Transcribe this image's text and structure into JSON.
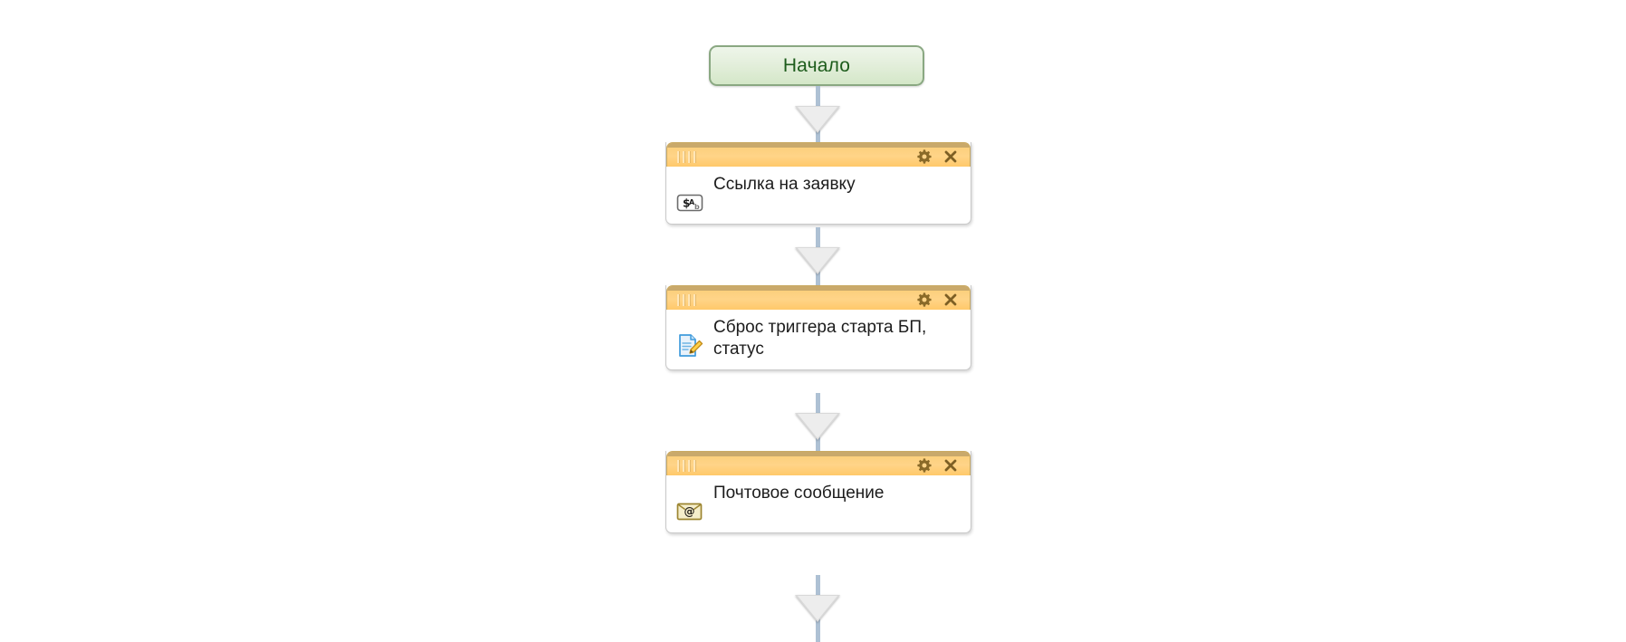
{
  "diagram": {
    "type": "business-process-flowchart",
    "language": "ru",
    "background_color": "#ffffff",
    "accent_color": "#ffd488",
    "connector_color": "#aec1d4"
  },
  "start_node": {
    "label": "Начало",
    "text_color": "#1d5c1b",
    "border_color": "#8aa882",
    "fill_color": "#e4efdc"
  },
  "nodes": [
    {
      "id": "node-ssylka",
      "title": "Ссылка на заявку",
      "icon": "variable-reference-icon",
      "header_buttons": [
        "gear-icon",
        "close-icon"
      ],
      "grip": "drag-handle-icon"
    },
    {
      "id": "node-sbros",
      "title": "Сброс триггера старта БП, статус",
      "icon": "document-edit-icon",
      "header_buttons": [
        "gear-icon",
        "close-icon"
      ],
      "grip": "drag-handle-icon"
    },
    {
      "id": "node-pochta",
      "title": "Почтовое сообщение",
      "icon": "email-message-icon",
      "header_buttons": [
        "gear-icon",
        "close-icon"
      ],
      "grip": "drag-handle-icon"
    }
  ],
  "connectors": [
    {
      "from": "start",
      "to": "node-ssylka",
      "arrow": "down-triangle"
    },
    {
      "from": "node-ssylka",
      "to": "node-sbros",
      "arrow": "down-triangle"
    },
    {
      "from": "node-sbros",
      "to": "node-pochta",
      "arrow": "down-triangle"
    },
    {
      "from": "node-pochta",
      "to": "next",
      "arrow": "down-triangle"
    }
  ]
}
